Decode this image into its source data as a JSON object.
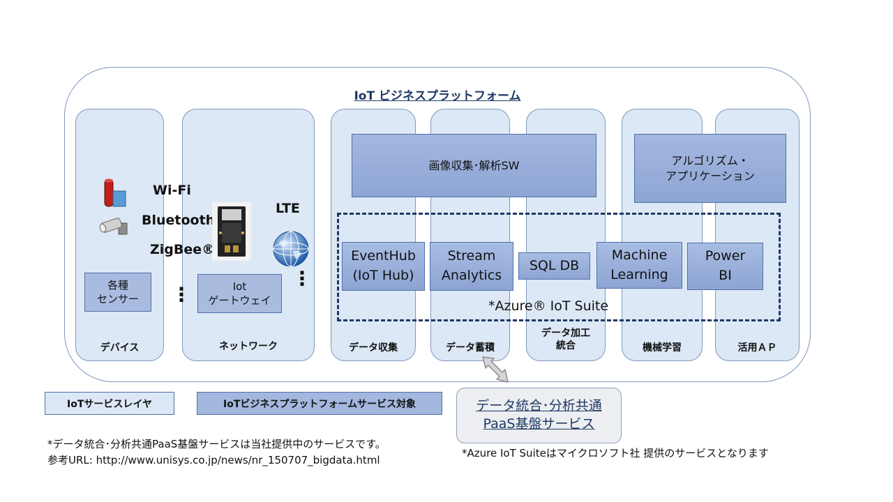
{
  "platform": {
    "title": "IoT ビジネスプラットフォーム"
  },
  "columns": [
    {
      "label": "デバイス"
    },
    {
      "label": "ネットワーク"
    },
    {
      "label": "データ収集"
    },
    {
      "label": "データ蓄積"
    },
    {
      "label": "データ加工\n統合"
    },
    {
      "label": "機械学習"
    },
    {
      "label": "活用ＡＰ"
    }
  ],
  "top_boxes": {
    "image_analysis": "画像収集･解析SW",
    "algorithm": "アルゴリズム・\nアプリケーション"
  },
  "device": {
    "sensors_label": "各種\nセンサー",
    "vdots": "⋮"
  },
  "network": {
    "gateway_label": "Iot\nゲートウェイ",
    "protocols": [
      "Wi-Fi",
      "Bluetooth®",
      "ZigBee®"
    ],
    "lte": "LTE",
    "vdots": "⋮"
  },
  "azure_services": [
    "EventHub\n(IoT Hub)",
    "Stream\nAnalytics",
    "SQL DB",
    "Machine\nLearning",
    "Power\nBI"
  ],
  "azure_label": "*Azure® IoT Suite",
  "legend": {
    "service_layer": "IoTサービスレイヤ",
    "platform_target": "IoTビジネスプラットフォームサービス対象"
  },
  "paas": {
    "line1": "データ統合･分析共通",
    "line2": "PaaS基盤サービス"
  },
  "notes": {
    "line1": "*データ統合･分析共通PaaS基盤サービスは当社提供中のサービスです。",
    "line2": "参考URL: http://www.unisys.co.jp/news/nr_150707_bigdata.html",
    "azure_note": "*Azure IoT Suiteはマイクロソフト社 提供のサービスとなります"
  },
  "icons": [
    "sensor-icon",
    "camera-icon",
    "iot-module-icon",
    "globe-icon",
    "double-arrow-icon"
  ],
  "colors": {
    "column_fill": "#dce8f5",
    "box_fill": "#a3b7df",
    "border": "#4f6fa8",
    "dashed": "#1f3864",
    "paas_fill": "#eceef1"
  }
}
